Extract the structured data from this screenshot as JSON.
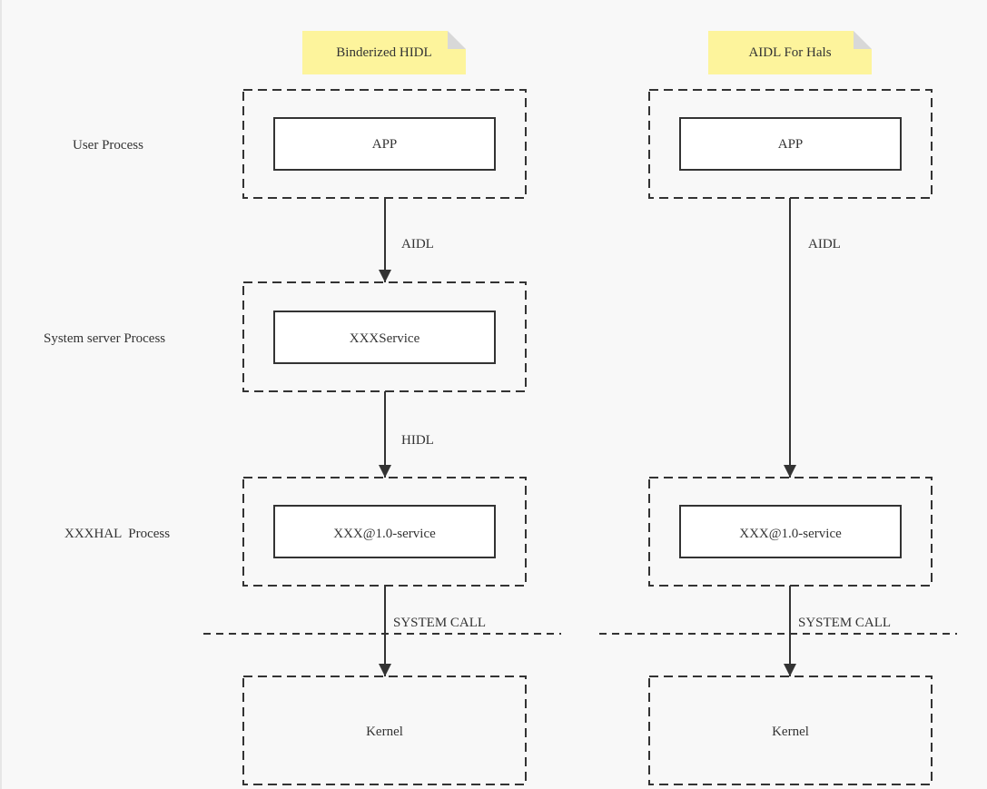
{
  "columns": [
    {
      "note": "Binderized HIDL",
      "app": "APP",
      "arrow1_label": "AIDL",
      "service": "XXXService",
      "arrow2_label": "HIDL",
      "hal_service": "XXX@1.0-service",
      "syscall_label": "SYSTEM CALL",
      "kernel": "Kernel"
    },
    {
      "note": "AIDL For Hals",
      "app": "APP",
      "arrow1_label": "AIDL",
      "hal_service": "XXX@1.0-service",
      "syscall_label": "SYSTEM CALL",
      "kernel": "Kernel"
    }
  ],
  "rows": {
    "user": "User Process",
    "system": "System server Process",
    "hal": "XXXHAL  Process"
  },
  "colors": {
    "background": "#f8f8f8",
    "stroke": "#333333",
    "note_fill": "#fdf49c"
  }
}
